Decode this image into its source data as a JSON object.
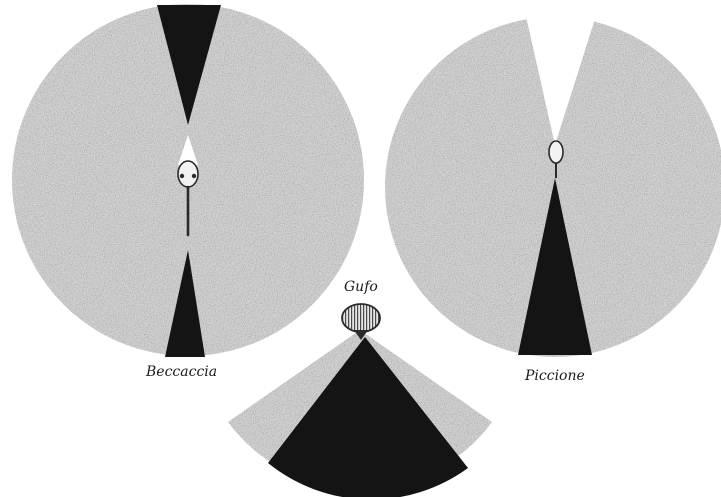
{
  "figure": {
    "labels": {
      "woodcock": "Beccaccia",
      "pigeon": "Piccione",
      "owl": "Gufo"
    },
    "colors": {
      "background": "#ffffff",
      "stipple": "#d2d2d2",
      "stipple_dot": "#6b6b6b",
      "binocular_field": "#141414",
      "outline": "#3a3a3a"
    }
  }
}
